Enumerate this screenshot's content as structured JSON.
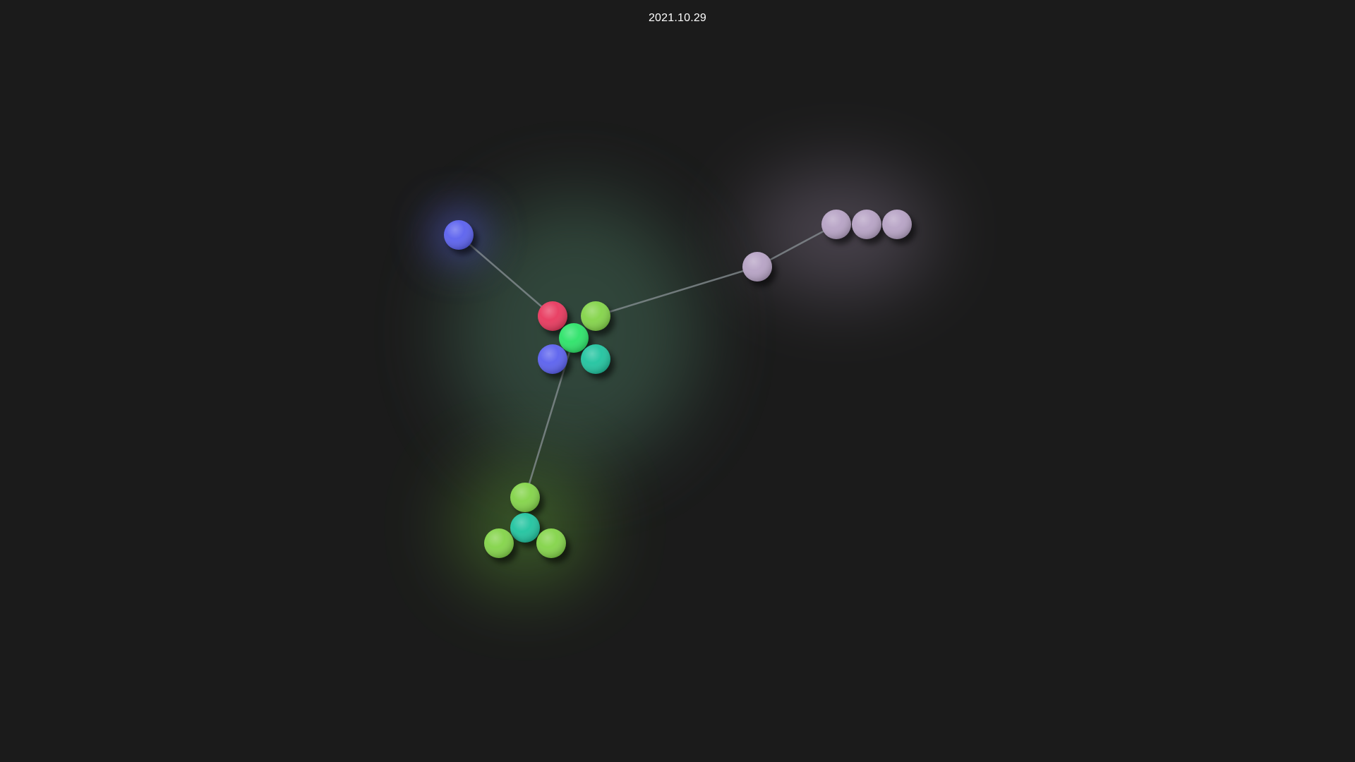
{
  "header": {
    "date": "2021.10.29"
  },
  "palette": {
    "background": "#1b1b1b",
    "red": "#e83a5f",
    "lime": "#84d44a",
    "green": "#2ee36a",
    "blue": "#5c62ee",
    "teal": "#22c4a0",
    "lavender": "#b7a3c5",
    "link": "#8a9196"
  },
  "graph": {
    "clusters": [
      {
        "name": "center-cluster",
        "color": "#4c7a62"
      },
      {
        "name": "blue-cluster",
        "color": "#5c62ee"
      },
      {
        "name": "lavender-cluster",
        "color": "#b7a3c5"
      },
      {
        "name": "green-cluster",
        "color": "#6fc43c"
      }
    ],
    "nodes": [
      {
        "id": "center-red",
        "color": "#e83a5f"
      },
      {
        "id": "center-lime",
        "color": "#84d44a"
      },
      {
        "id": "center-green",
        "color": "#2ee36a"
      },
      {
        "id": "center-blue",
        "color": "#5c62ee"
      },
      {
        "id": "center-teal",
        "color": "#22c4a0"
      },
      {
        "id": "blue-hub",
        "color": "#5c62ee"
      },
      {
        "id": "lavender-hub",
        "color": "#b7a3c5"
      },
      {
        "id": "lavender-1",
        "color": "#b7a3c5"
      },
      {
        "id": "lavender-2",
        "color": "#b7a3c5"
      },
      {
        "id": "lavender-3",
        "color": "#b7a3c5"
      },
      {
        "id": "green-top",
        "color": "#84d44a"
      },
      {
        "id": "green-teal",
        "color": "#22c4a0"
      },
      {
        "id": "green-left",
        "color": "#84d44a"
      },
      {
        "id": "green-right",
        "color": "#84d44a"
      }
    ],
    "links": [
      {
        "source": "center-red",
        "target": "blue-hub"
      },
      {
        "source": "center-lime",
        "target": "lavender-hub"
      },
      {
        "source": "lavender-hub",
        "target": "lavender-1"
      },
      {
        "source": "center-green",
        "target": "green-top"
      }
    ]
  }
}
